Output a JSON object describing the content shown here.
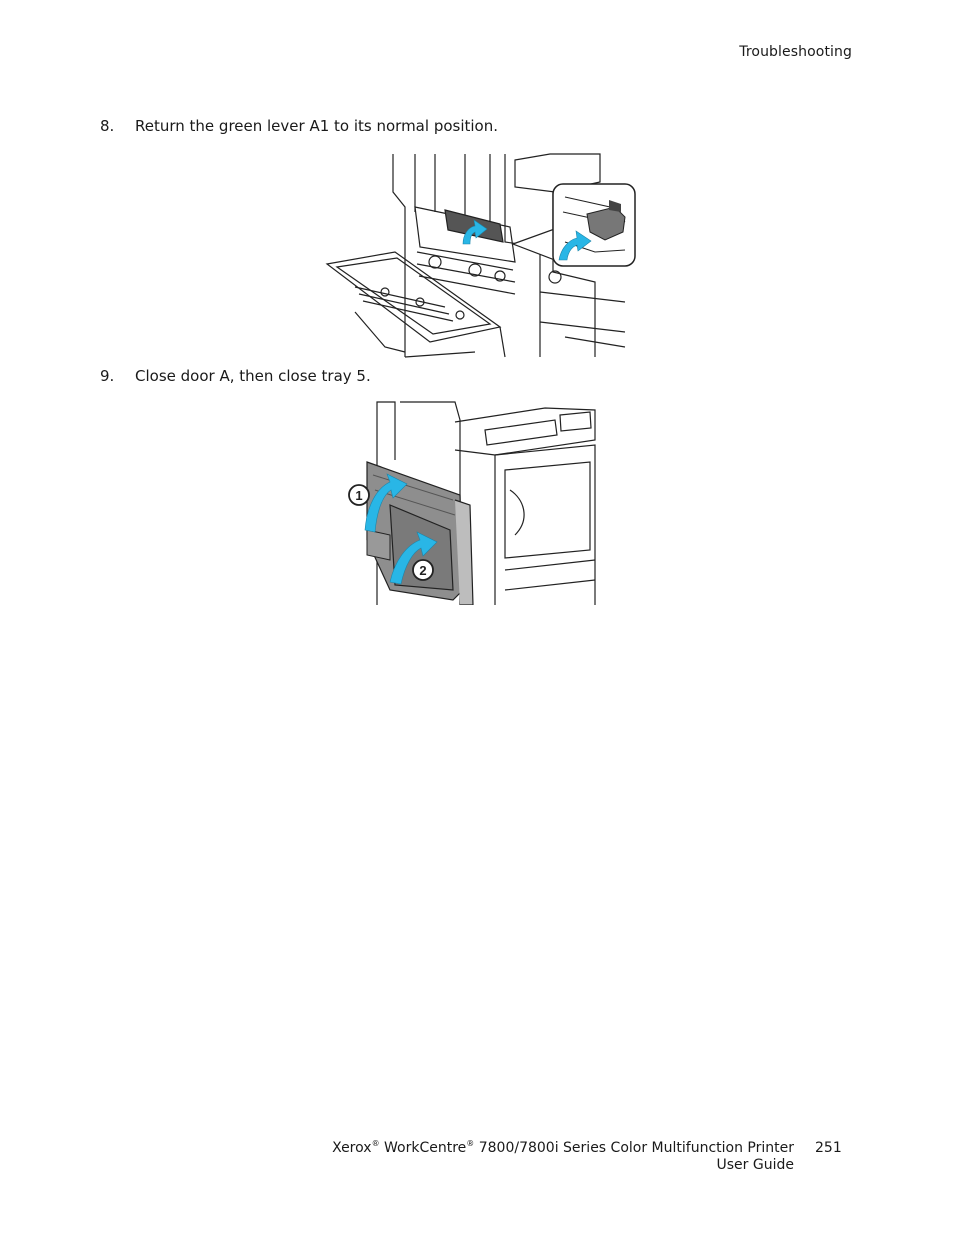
{
  "header": {
    "section": "Troubleshooting"
  },
  "steps": [
    {
      "number": "8.",
      "text": "Return the green lever A1 to its normal position."
    },
    {
      "number": "9.",
      "text": "Close door A, then close tray 5."
    }
  ],
  "figures": {
    "close_door": {
      "callouts": [
        "1",
        "2"
      ]
    }
  },
  "colors": {
    "arrow": "#29b6e6",
    "line": "#222222",
    "door_fill": "#8e8e8e"
  },
  "footer": {
    "brand": "Xerox",
    "product": "WorkCentre",
    "reg_mark": "®",
    "model": "7800/7800i Series Color Multifunction Printer",
    "guide": "User Guide",
    "page": "251"
  }
}
